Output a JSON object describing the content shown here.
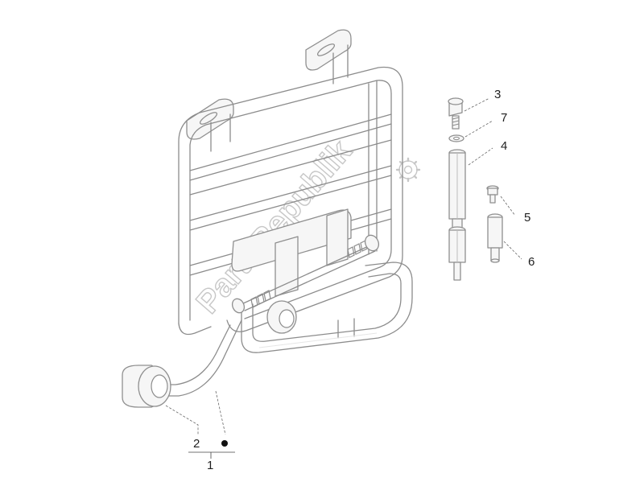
{
  "callouts": {
    "c1": "1",
    "c2": "2",
    "c3": "3",
    "c4": "4",
    "c5": "5",
    "c6": "6",
    "c7": "7"
  },
  "watermark": {
    "text": "PartsRepublik",
    "icon": "gear-icon"
  },
  "colors": {
    "line": "#8c8c8c",
    "fill": "#f6f6f6",
    "label": "#1f1f1f",
    "watermark": "#c7c7c7"
  }
}
